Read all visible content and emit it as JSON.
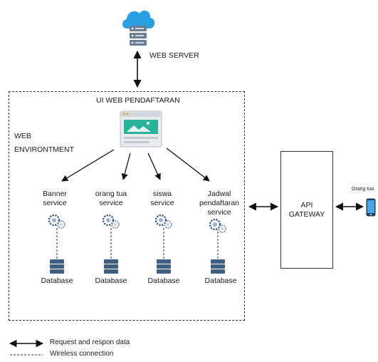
{
  "web_server": {
    "label": "WEB SERVER"
  },
  "ui": {
    "title": "UI WEB PENDAFTARAN"
  },
  "environment": {
    "label_line1": "WEB",
    "label_line2": "ENVIRONTMENT"
  },
  "services": [
    {
      "line1": "Banner",
      "line2": "service",
      "line3": "",
      "db_label": "Database"
    },
    {
      "line1": "orang tua",
      "line2": "service",
      "line3": "",
      "db_label": "Database"
    },
    {
      "line1": "siswa",
      "line2": "service",
      "line3": "",
      "db_label": "Database"
    },
    {
      "line1": "Jadwal",
      "line2": "pendaftaran",
      "line3": "service",
      "db_label": "Database"
    }
  ],
  "gateway": {
    "line1": "API",
    "line2": "GATEWAY"
  },
  "client": {
    "label": "Orang tua"
  },
  "legend": {
    "solid_label": "Request and respon data",
    "dashed_label": "Wireless connection"
  },
  "colors": {
    "cloud": "#2aa0e0",
    "server": "#6b7d94",
    "window_accent": "#2bb39a",
    "database": "#3f5f84",
    "phone": "#2a6fb5"
  }
}
